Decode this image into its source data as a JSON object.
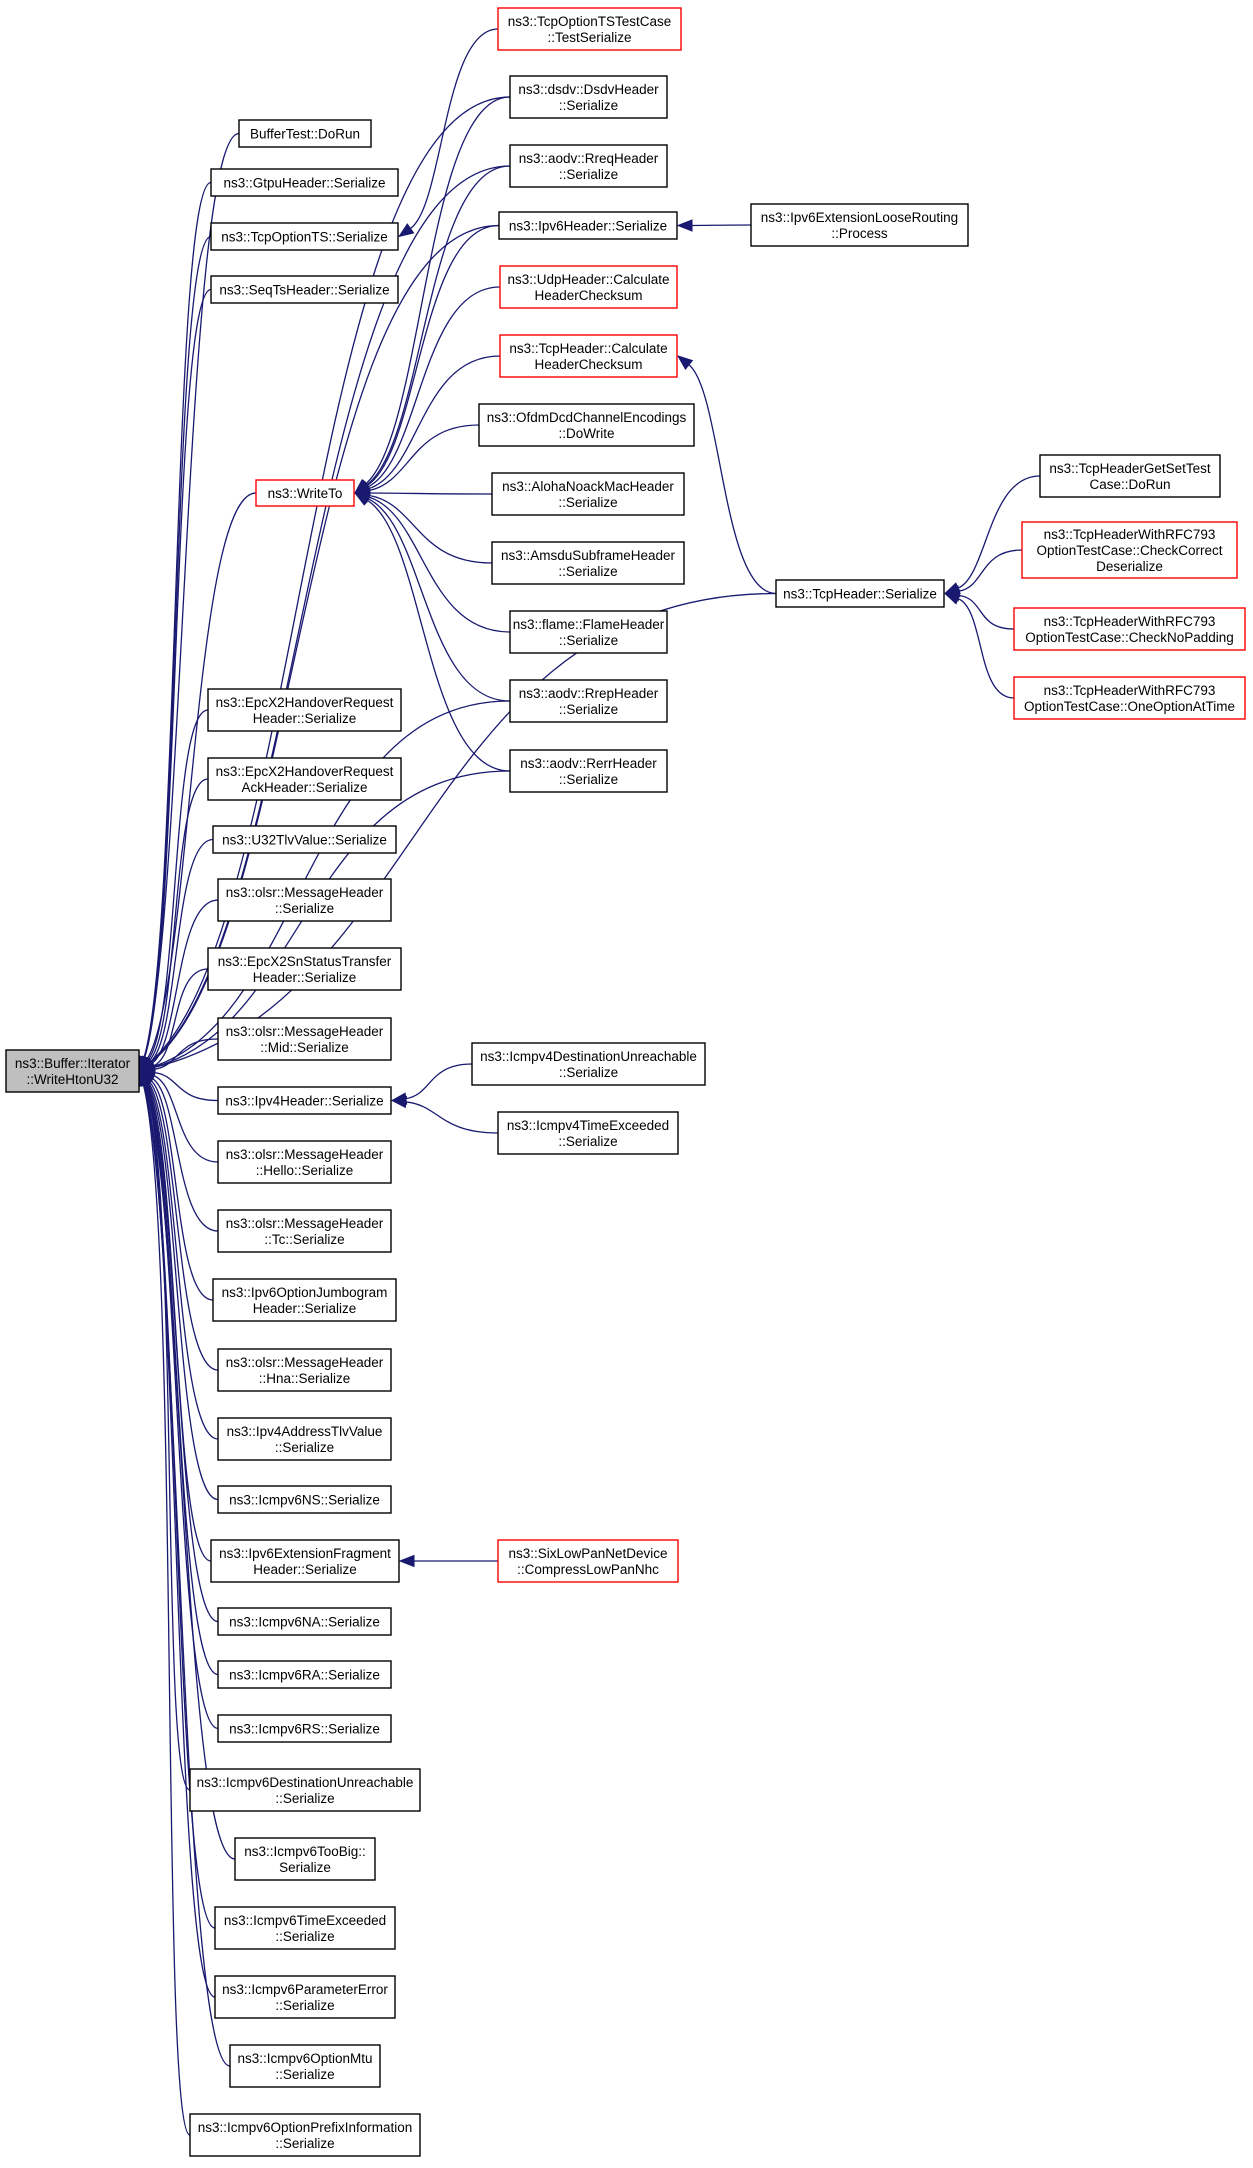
{
  "colors": {
    "edge": "#191970",
    "box_border": "#000000",
    "highlight_border": "#ff0000",
    "root_fill": "#bfbfbf"
  },
  "nodes": [
    {
      "id": "root",
      "lines": [
        "ns3::Buffer::Iterator",
        "::WriteHtonU32"
      ],
      "style": "root"
    },
    {
      "id": "buffertest",
      "lines": [
        "BufferTest::DoRun"
      ],
      "style": "normal"
    },
    {
      "id": "gtpu",
      "lines": [
        "ns3::GtpuHeader::Serialize"
      ],
      "style": "normal"
    },
    {
      "id": "tcpoptts",
      "lines": [
        "ns3::TcpOptionTS::Serialize"
      ],
      "style": "normal"
    },
    {
      "id": "seqts",
      "lines": [
        "ns3::SeqTsHeader::Serialize"
      ],
      "style": "normal"
    },
    {
      "id": "writeto",
      "lines": [
        "ns3::WriteTo"
      ],
      "style": "red"
    },
    {
      "id": "epchandover",
      "lines": [
        "ns3::EpcX2HandoverRequest",
        "Header::Serialize"
      ],
      "style": "normal"
    },
    {
      "id": "epchandoverack",
      "lines": [
        "ns3::EpcX2HandoverRequest",
        "AckHeader::Serialize"
      ],
      "style": "normal"
    },
    {
      "id": "u32tlv",
      "lines": [
        "ns3::U32TlvValue::Serialize"
      ],
      "style": "normal"
    },
    {
      "id": "olsrmsg",
      "lines": [
        "ns3::olsr::MessageHeader",
        "::Serialize"
      ],
      "style": "normal"
    },
    {
      "id": "epcsn",
      "lines": [
        "ns3::EpcX2SnStatusTransfer",
        "Header::Serialize"
      ],
      "style": "normal"
    },
    {
      "id": "olsrmid",
      "lines": [
        "ns3::olsr::MessageHeader",
        "::Mid::Serialize"
      ],
      "style": "normal"
    },
    {
      "id": "ipv4hdr",
      "lines": [
        "ns3::Ipv4Header::Serialize"
      ],
      "style": "normal"
    },
    {
      "id": "olsrhello",
      "lines": [
        "ns3::olsr::MessageHeader",
        "::Hello::Serialize"
      ],
      "style": "normal"
    },
    {
      "id": "olsrtc",
      "lines": [
        "ns3::olsr::MessageHeader",
        "::Tc::Serialize"
      ],
      "style": "normal"
    },
    {
      "id": "ipv6jumbo",
      "lines": [
        "ns3::Ipv6OptionJumbogram",
        "Header::Serialize"
      ],
      "style": "normal"
    },
    {
      "id": "olsrhna",
      "lines": [
        "ns3::olsr::MessageHeader",
        "::Hna::Serialize"
      ],
      "style": "normal"
    },
    {
      "id": "ipv4addrtlv",
      "lines": [
        "ns3::Ipv4AddressTlvValue",
        "::Serialize"
      ],
      "style": "normal"
    },
    {
      "id": "icmpv6ns",
      "lines": [
        "ns3::Icmpv6NS::Serialize"
      ],
      "style": "normal"
    },
    {
      "id": "ipv6frag",
      "lines": [
        "ns3::Ipv6ExtensionFragment",
        "Header::Serialize"
      ],
      "style": "normal"
    },
    {
      "id": "icmpv6na",
      "lines": [
        "ns3::Icmpv6NA::Serialize"
      ],
      "style": "normal"
    },
    {
      "id": "icmpv6ra",
      "lines": [
        "ns3::Icmpv6RA::Serialize"
      ],
      "style": "normal"
    },
    {
      "id": "icmpv6rs",
      "lines": [
        "ns3::Icmpv6RS::Serialize"
      ],
      "style": "normal"
    },
    {
      "id": "icmpv6destun",
      "lines": [
        "ns3::Icmpv6DestinationUnreachable",
        "::Serialize"
      ],
      "style": "normal"
    },
    {
      "id": "icmpv6toobig",
      "lines": [
        "ns3::Icmpv6TooBig::",
        "Serialize"
      ],
      "style": "normal"
    },
    {
      "id": "icmpv6timeex",
      "lines": [
        "ns3::Icmpv6TimeExceeded",
        "::Serialize"
      ],
      "style": "normal"
    },
    {
      "id": "icmpv6paramerr",
      "lines": [
        "ns3::Icmpv6ParameterError",
        "::Serialize"
      ],
      "style": "normal"
    },
    {
      "id": "icmpv6optmtu",
      "lines": [
        "ns3::Icmpv6OptionMtu",
        "::Serialize"
      ],
      "style": "normal"
    },
    {
      "id": "icmpv6optprefix",
      "lines": [
        "ns3::Icmpv6OptionPrefixInformation",
        "::Serialize"
      ],
      "style": "normal"
    },
    {
      "id": "tcpoptstest",
      "lines": [
        "ns3::TcpOptionTSTestCase",
        "::TestSerialize"
      ],
      "style": "red"
    },
    {
      "id": "dsdv",
      "lines": [
        "ns3::dsdv::DsdvHeader",
        "::Serialize"
      ],
      "style": "normal"
    },
    {
      "id": "aodvrreq",
      "lines": [
        "ns3::aodv::RreqHeader",
        "::Serialize"
      ],
      "style": "normal"
    },
    {
      "id": "ipv6hdr",
      "lines": [
        "ns3::Ipv6Header::Serialize"
      ],
      "style": "normal"
    },
    {
      "id": "udpcs",
      "lines": [
        "ns3::UdpHeader::Calculate",
        "HeaderChecksum"
      ],
      "style": "red"
    },
    {
      "id": "tcpcs",
      "lines": [
        "ns3::TcpHeader::Calculate",
        "HeaderChecksum"
      ],
      "style": "red"
    },
    {
      "id": "ofdm",
      "lines": [
        "ns3::OfdmDcdChannelEncodings",
        "::DoWrite"
      ],
      "style": "normal"
    },
    {
      "id": "aloha",
      "lines": [
        "ns3::AlohaNoackMacHeader",
        "::Serialize"
      ],
      "style": "normal"
    },
    {
      "id": "amsdu",
      "lines": [
        "ns3::AmsduSubframeHeader",
        "::Serialize"
      ],
      "style": "normal"
    },
    {
      "id": "flame",
      "lines": [
        "ns3::flame::FlameHeader",
        "::Serialize"
      ],
      "style": "normal"
    },
    {
      "id": "aodvrrep",
      "lines": [
        "ns3::aodv::RrepHeader",
        "::Serialize"
      ],
      "style": "normal"
    },
    {
      "id": "aodvrerr",
      "lines": [
        "ns3::aodv::RerrHeader",
        "::Serialize"
      ],
      "style": "normal"
    },
    {
      "id": "icmpv4destun",
      "lines": [
        "ns3::Icmpv4DestinationUnreachable",
        "::Serialize"
      ],
      "style": "normal"
    },
    {
      "id": "icmpv4timeex",
      "lines": [
        "ns3::Icmpv4TimeExceeded",
        "::Serialize"
      ],
      "style": "normal"
    },
    {
      "id": "sixlowpan",
      "lines": [
        "ns3::SixLowPanNetDevice",
        "::CompressLowPanNhc"
      ],
      "style": "red"
    },
    {
      "id": "ipv6looserouting",
      "lines": [
        "ns3::Ipv6ExtensionLooseRouting",
        "::Process"
      ],
      "style": "normal"
    },
    {
      "id": "tcphdr",
      "lines": [
        "ns3::TcpHeader::Serialize"
      ],
      "style": "normal"
    },
    {
      "id": "tcpgetset",
      "lines": [
        "ns3::TcpHeaderGetSetTest",
        "Case::DoRun"
      ],
      "style": "normal"
    },
    {
      "id": "tcprfccheck",
      "lines": [
        "ns3::TcpHeaderWithRFC793",
        "OptionTestCase::CheckCorrect",
        "Deserialize"
      ],
      "style": "red"
    },
    {
      "id": "tcprfcnopad",
      "lines": [
        "ns3::TcpHeaderWithRFC793",
        "OptionTestCase::CheckNoPadding"
      ],
      "style": "red"
    },
    {
      "id": "tcprfcone",
      "lines": [
        "ns3::TcpHeaderWithRFC793",
        "OptionTestCase::OneOptionAtTime"
      ],
      "style": "red"
    }
  ],
  "edges": [
    [
      "buffertest",
      "root"
    ],
    [
      "gtpu",
      "root"
    ],
    [
      "tcpoptts",
      "root"
    ],
    [
      "seqts",
      "root"
    ],
    [
      "writeto",
      "root"
    ],
    [
      "epchandover",
      "root"
    ],
    [
      "epchandoverack",
      "root"
    ],
    [
      "u32tlv",
      "root"
    ],
    [
      "olsrmsg",
      "root"
    ],
    [
      "epcsn",
      "root"
    ],
    [
      "olsrmid",
      "root"
    ],
    [
      "ipv4hdr",
      "root"
    ],
    [
      "olsrhello",
      "root"
    ],
    [
      "olsrtc",
      "root"
    ],
    [
      "ipv6jumbo",
      "root"
    ],
    [
      "olsrhna",
      "root"
    ],
    [
      "ipv4addrtlv",
      "root"
    ],
    [
      "icmpv6ns",
      "root"
    ],
    [
      "ipv6frag",
      "root"
    ],
    [
      "icmpv6na",
      "root"
    ],
    [
      "icmpv6ra",
      "root"
    ],
    [
      "icmpv6rs",
      "root"
    ],
    [
      "icmpv6destun",
      "root"
    ],
    [
      "icmpv6toobig",
      "root"
    ],
    [
      "icmpv6timeex",
      "root"
    ],
    [
      "icmpv6paramerr",
      "root"
    ],
    [
      "icmpv6optmtu",
      "root"
    ],
    [
      "icmpv6optprefix",
      "root"
    ],
    [
      "dsdv",
      "root"
    ],
    [
      "aodvrreq",
      "root"
    ],
    [
      "ipv6hdr",
      "root"
    ],
    [
      "aodvrrep",
      "root"
    ],
    [
      "aodvrerr",
      "root"
    ],
    [
      "tcphdr",
      "root"
    ],
    [
      "tcpoptstest",
      "tcpoptts"
    ],
    [
      "dsdv",
      "writeto"
    ],
    [
      "aodvrreq",
      "writeto"
    ],
    [
      "ipv6hdr",
      "writeto"
    ],
    [
      "udpcs",
      "writeto"
    ],
    [
      "tcpcs",
      "writeto"
    ],
    [
      "ofdm",
      "writeto"
    ],
    [
      "aloha",
      "writeto"
    ],
    [
      "amsdu",
      "writeto"
    ],
    [
      "flame",
      "writeto"
    ],
    [
      "aodvrrep",
      "writeto"
    ],
    [
      "aodvrerr",
      "writeto"
    ],
    [
      "icmpv4destun",
      "ipv4hdr"
    ],
    [
      "icmpv4timeex",
      "ipv4hdr"
    ],
    [
      "sixlowpan",
      "ipv6frag"
    ],
    [
      "ipv6looserouting",
      "ipv6hdr"
    ],
    [
      "tcphdr",
      "tcpcs"
    ],
    [
      "tcpgetset",
      "tcphdr"
    ],
    [
      "tcprfccheck",
      "tcphdr"
    ],
    [
      "tcprfcnopad",
      "tcphdr"
    ],
    [
      "tcprfcone",
      "tcphdr"
    ]
  ]
}
